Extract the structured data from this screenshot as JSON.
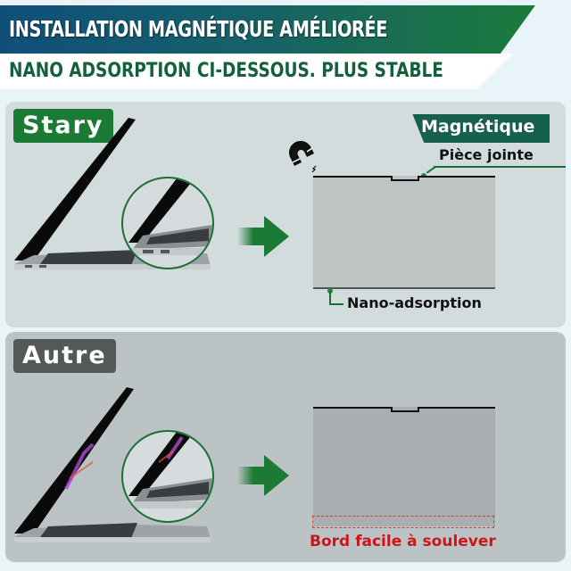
{
  "banner": {
    "title": "INSTALLATION MAGNÉTIQUE AMÉLIORÉE",
    "subtitle": "NANO ADSORPTION CI-DESSOUS. PLUS STABLE",
    "gradient_start": "#0f4f7a",
    "gradient_end": "#1b7a3c",
    "subtitle_color": "#14603a"
  },
  "panels": [
    {
      "id": "stary",
      "tag": "Stary",
      "tag_color": "#1b7a34",
      "icons": [
        "laptop-icon",
        "zoom-circle",
        "arrow-right-icon",
        "magnet-icon",
        "screen-filter-diagram"
      ],
      "callouts": {
        "magnetic_tag": "Magnétique",
        "magnetic_part": "Pièce jointe",
        "bottom": "Nano-adsorption"
      }
    },
    {
      "id": "autre",
      "tag": "Autre",
      "tag_color": "#545859",
      "icons": [
        "laptop-icon",
        "zoom-circle",
        "arrow-right-icon",
        "screen-filter-diagram"
      ],
      "callouts": {
        "bottom": "Bord facile à soulever"
      },
      "bottom_callout_color": "#d0131a"
    }
  ]
}
